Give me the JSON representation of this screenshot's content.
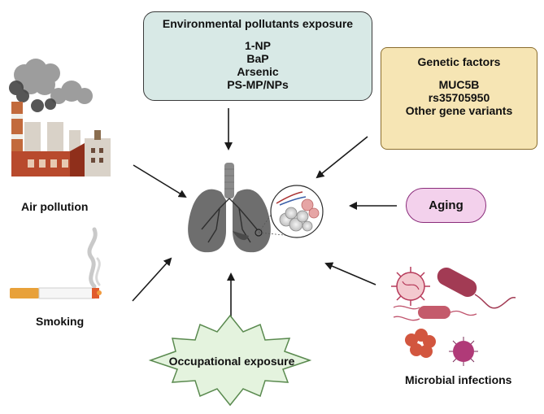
{
  "environmental": {
    "title": "Environmental pollutants exposure",
    "items": [
      "1-NP",
      "BaP",
      "Arsenic",
      "PS-MP/NPs"
    ]
  },
  "genetic": {
    "title": "Genetic factors",
    "items": [
      "MUC5B",
      "rs35705950",
      "Other gene variants"
    ]
  },
  "aging": {
    "label": "Aging"
  },
  "air_pollution": {
    "label": "Air pollution"
  },
  "smoking": {
    "label": "Smoking"
  },
  "occupational": {
    "label": "Occupational exposure"
  },
  "microbial": {
    "label": "Microbial infections"
  },
  "colors": {
    "env_box": "#d8e9e6",
    "genetic_box": "#f6e5b4",
    "aging_pill": "#f3d1ec",
    "occupational_burst": "#e4f3de",
    "lung": "#6e6e6e"
  }
}
